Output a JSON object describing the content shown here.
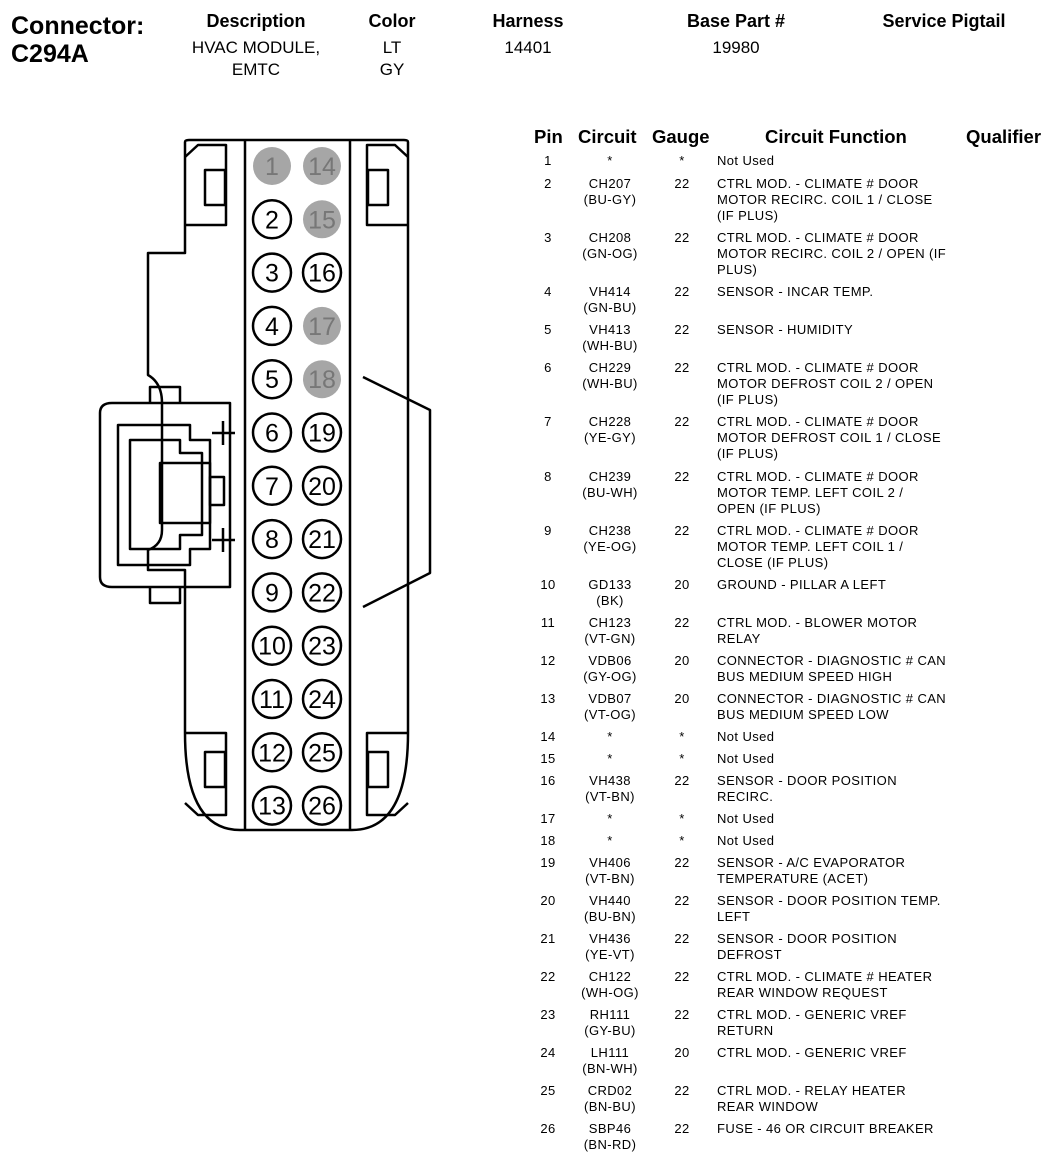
{
  "header": {
    "connector_label": "Connector:",
    "connector_id": "C294A",
    "columns": {
      "description": "Description",
      "color": "Color",
      "harness": "Harness",
      "base_part": "Base Part #",
      "service_pigtail": "Service Pigtail"
    },
    "values": {
      "description_line1": "HVAC MODULE,",
      "description_line2": "EMTC",
      "color_line1": "LT",
      "color_line2": "GY",
      "harness": "14401",
      "base_part": "19980"
    }
  },
  "table": {
    "headers": {
      "pin": "Pin",
      "circuit": "Circuit",
      "gauge": "Gauge",
      "function": "Circuit Function",
      "qualifier": "Qualifier"
    },
    "rows": [
      {
        "pin": "1",
        "circuit": "*",
        "gauge": "*",
        "function": "Not Used"
      },
      {
        "pin": "2",
        "circuit": "CH207\n(BU-GY)",
        "gauge": "22",
        "function": "CTRL MOD. - CLIMATE # DOOR\nMOTOR RECIRC. COIL 1 / CLOSE\n(IF PLUS)"
      },
      {
        "pin": "3",
        "circuit": "CH208\n(GN-OG)",
        "gauge": "22",
        "function": "CTRL MOD. - CLIMATE # DOOR\nMOTOR RECIRC. COIL 2 / OPEN (IF\nPLUS)"
      },
      {
        "pin": "4",
        "circuit": "VH414\n(GN-BU)",
        "gauge": "22",
        "function": "SENSOR - INCAR TEMP."
      },
      {
        "pin": "5",
        "circuit": "VH413\n(WH-BU)",
        "gauge": "22",
        "function": "SENSOR - HUMIDITY"
      },
      {
        "pin": "6",
        "circuit": "CH229\n(WH-BU)",
        "gauge": "22",
        "function": "CTRL MOD. - CLIMATE # DOOR\nMOTOR DEFROST COIL 2 / OPEN\n(IF PLUS)"
      },
      {
        "pin": "7",
        "circuit": "CH228\n(YE-GY)",
        "gauge": "22",
        "function": "CTRL MOD. - CLIMATE # DOOR\nMOTOR DEFROST COIL 1 / CLOSE\n(IF PLUS)"
      },
      {
        "pin": "8",
        "circuit": "CH239\n(BU-WH)",
        "gauge": "22",
        "function": "CTRL MOD. - CLIMATE # DOOR\nMOTOR TEMP. LEFT COIL 2 /\nOPEN (IF PLUS)"
      },
      {
        "pin": "9",
        "circuit": "CH238\n(YE-OG)",
        "gauge": "22",
        "function": "CTRL MOD. - CLIMATE # DOOR\nMOTOR TEMP. LEFT COIL 1 /\nCLOSE (IF PLUS)"
      },
      {
        "pin": "10",
        "circuit": "GD133\n(BK)",
        "gauge": "20",
        "function": "GROUND - PILLAR A LEFT"
      },
      {
        "pin": "11",
        "circuit": "CH123\n(VT-GN)",
        "gauge": "22",
        "function": "CTRL MOD. - BLOWER MOTOR\nRELAY"
      },
      {
        "pin": "12",
        "circuit": "VDB06\n(GY-OG)",
        "gauge": "20",
        "function": "CONNECTOR - DIAGNOSTIC # CAN\nBUS MEDIUM SPEED HIGH"
      },
      {
        "pin": "13",
        "circuit": "VDB07\n(VT-OG)",
        "gauge": "20",
        "function": "CONNECTOR - DIAGNOSTIC # CAN\nBUS MEDIUM SPEED LOW"
      },
      {
        "pin": "14",
        "circuit": "*",
        "gauge": "*",
        "function": "Not Used"
      },
      {
        "pin": "15",
        "circuit": "*",
        "gauge": "*",
        "function": "Not Used"
      },
      {
        "pin": "16",
        "circuit": "VH438\n(VT-BN)",
        "gauge": "22",
        "function": "SENSOR - DOOR POSITION\nRECIRC."
      },
      {
        "pin": "17",
        "circuit": "*",
        "gauge": "*",
        "function": "Not Used"
      },
      {
        "pin": "18",
        "circuit": "*",
        "gauge": "*",
        "function": "Not Used"
      },
      {
        "pin": "19",
        "circuit": "VH406\n(VT-BN)",
        "gauge": "22",
        "function": "SENSOR - A/C EVAPORATOR\nTEMPERATURE (ACET)"
      },
      {
        "pin": "20",
        "circuit": "VH440\n(BU-BN)",
        "gauge": "22",
        "function": "SENSOR - DOOR POSITION TEMP.\nLEFT"
      },
      {
        "pin": "21",
        "circuit": "VH436\n(YE-VT)",
        "gauge": "22",
        "function": "SENSOR - DOOR POSITION\nDEFROST"
      },
      {
        "pin": "22",
        "circuit": "CH122\n(WH-OG)",
        "gauge": "22",
        "function": "CTRL MOD. - CLIMATE # HEATER\nREAR WINDOW REQUEST"
      },
      {
        "pin": "23",
        "circuit": "RH111\n(GY-BU)",
        "gauge": "22",
        "function": "CTRL MOD. - GENERIC VREF\nRETURN"
      },
      {
        "pin": "24",
        "circuit": "LH111\n(BN-WH)",
        "gauge": "20",
        "function": "CTRL MOD. - GENERIC VREF"
      },
      {
        "pin": "25",
        "circuit": "CRD02\n(BN-BU)",
        "gauge": "22",
        "function": "CTRL MOD. - RELAY HEATER\nREAR WINDOW"
      },
      {
        "pin": "26",
        "circuit": "SBP46\n(BN-RD)",
        "gauge": "22",
        "function": "FUSE - 46 OR CIRCUIT BREAKER"
      }
    ]
  },
  "diagram": {
    "left_column_pins": [
      "1",
      "2",
      "3",
      "4",
      "5",
      "6",
      "7",
      "8",
      "9",
      "10",
      "11",
      "12",
      "13"
    ],
    "right_column_pins": [
      "14",
      "15",
      "16",
      "17",
      "18",
      "19",
      "20",
      "21",
      "22",
      "23",
      "24",
      "25",
      "26"
    ],
    "unused_pins": [
      "1",
      "14",
      "15",
      "17",
      "18"
    ],
    "unused_fill": "#a6a6a6",
    "line_color": "#000000"
  }
}
